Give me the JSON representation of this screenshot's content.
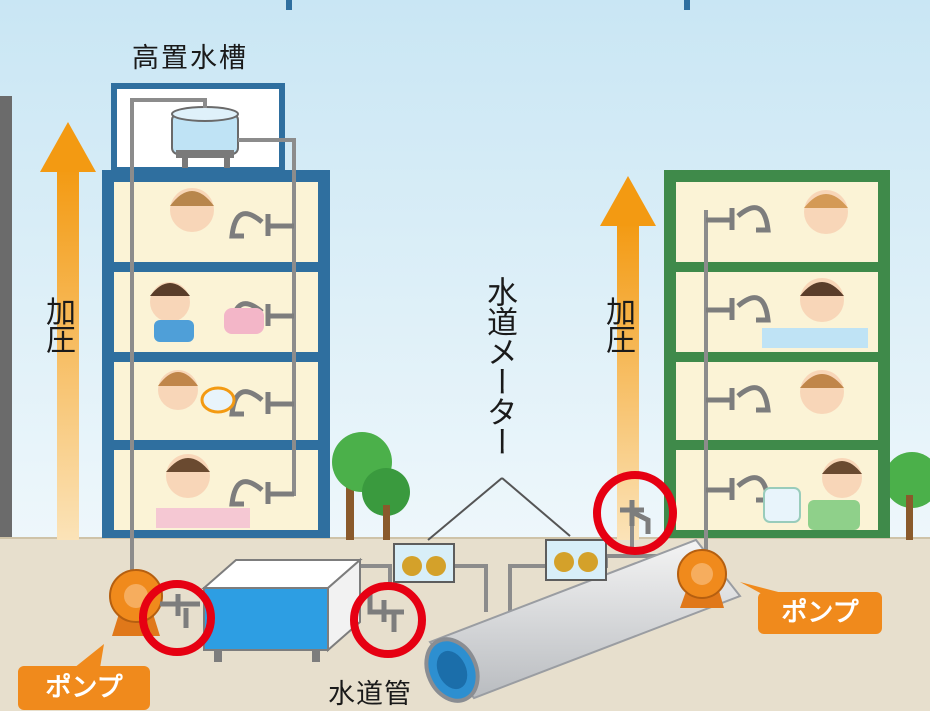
{
  "labels": {
    "title": "高置水槽",
    "pressure_left": "加圧",
    "pressure_right": "加圧",
    "water_meter": "水道メーター",
    "water_main": "水道管",
    "pump_left": "ポンプ",
    "pump_right": "ポンプ"
  },
  "colors": {
    "sky": "#d6ecf6",
    "ground": "#e7dfcd",
    "left_building_frame": "#2f6f9f",
    "right_building_frame": "#3f8a4a",
    "arrow": "#f3a21f",
    "pump": "#f08a1c",
    "highlight_circle": "#e60012",
    "water": "#3aa7e0"
  }
}
